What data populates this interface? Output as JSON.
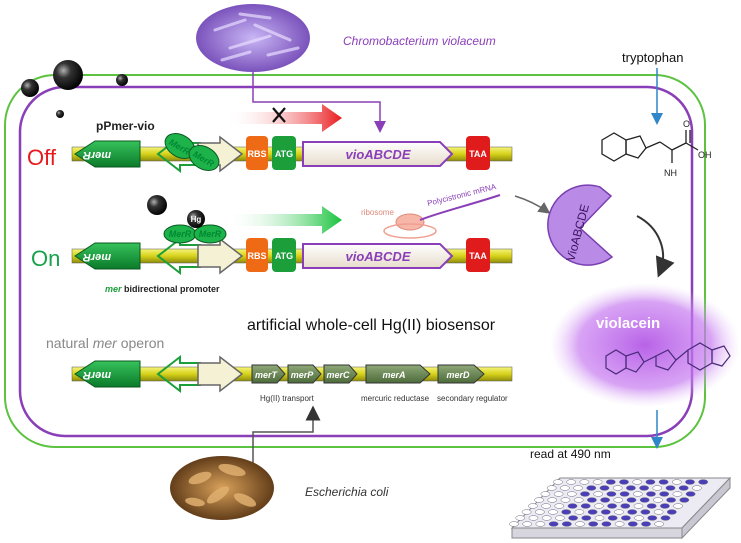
{
  "organisms": {
    "top": "Chromobacterium violaceum",
    "bottom": "Escherichia coli"
  },
  "title": "artificial whole-cell Hg(II) biosensor",
  "plasmid_name": "pPmer-vio",
  "states": {
    "off": "Off",
    "on": "On"
  },
  "genes": {
    "mer_r": "merR",
    "merr_protein": "MerR",
    "rbs": "RBS",
    "atg": "ATG",
    "vio": "vioABCDE",
    "taa": "TAA",
    "mer_t": "merT",
    "mer_p": "merP",
    "mer_c": "merC",
    "mer_a": "merA",
    "mer_d": "merD"
  },
  "hg_label": "Hg",
  "ribosome": "ribosome",
  "mrna": "Polycistronic mRNA",
  "promoter": {
    "italic": "mer",
    "rest": " bidirectional promoter"
  },
  "natural_operon": {
    "prefix": "natural ",
    "italic": "mer",
    "suffix": " operon"
  },
  "functions": {
    "transport": "Hg(II) transport",
    "reductase": "mercuric reductase",
    "regulator": "secondary regulator"
  },
  "tryptophan": "tryptophan",
  "enzyme": "VioABCDE",
  "violacein": "violacein",
  "readout": "read at 490 nm",
  "colors": {
    "gene_green": "#1c9e3a",
    "vio_purple": "#8a3fb8",
    "rbs_orange": "#ef6a14",
    "stop_red": "#e01b1b",
    "off_red": "#e8191c",
    "on_green": "#16a34a",
    "arrow_blue": "#2f86c9"
  },
  "chemical_labels": {
    "nh2": "NH",
    "oh": "OH",
    "o": "O"
  }
}
